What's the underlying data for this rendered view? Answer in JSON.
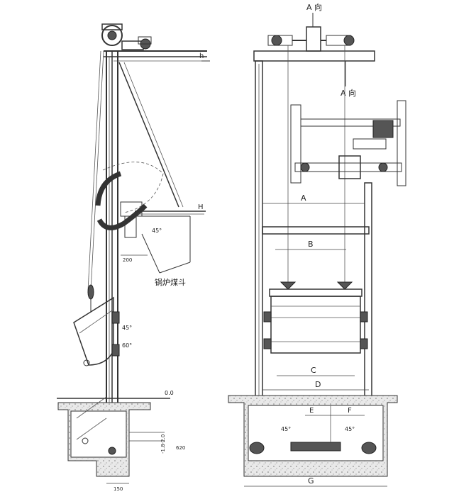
{
  "left_view": {
    "level_h_top": "h",
    "level_h_mid": "H",
    "dim_200": "200",
    "boiler_hopper_label": "锅炉煤斗",
    "angle_upper": "45°",
    "angle_lower": "45°",
    "angle_lower2": "60°",
    "elev_zero": "0.0",
    "pit_depth_label": "-1.8-2.0",
    "dim_620": "620",
    "dim_150": "150"
  },
  "right_view": {
    "view_a_top": "A 向",
    "view_a_mid": "A 向",
    "dim_a": "A",
    "dim_b": "B",
    "dim_c": "C",
    "dim_d": "D",
    "dim_e": "E",
    "dim_f": "F",
    "dim_g": "G",
    "pit_left_angle": "45°",
    "pit_right_angle": "45°"
  }
}
